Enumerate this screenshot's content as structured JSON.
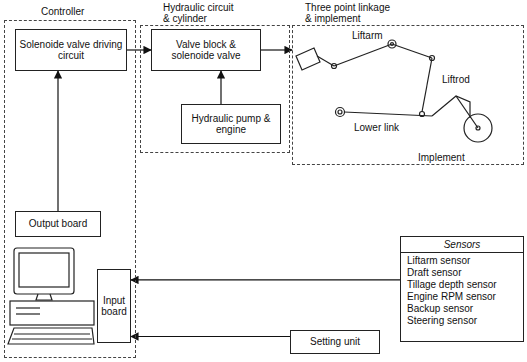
{
  "diagram": {
    "nodes": [
      {
        "text": [
          "Controller"
        ]
      },
      {
        "text": [
          "Solenoide valve driving circuit"
        ],
        "in": 0
      },
      {
        "text": [
          "Output board"
        ],
        "in": 0
      },
      {
        "text": [
          "Input board"
        ],
        "in": 0
      },
      {
        "text": [
          "Hydraulic circuit & cylinder"
        ]
      },
      {
        "text": [
          "Valve block & solenoide valve"
        ],
        "in": 4
      },
      {
        "text": [
          "Hydraulic pump & engine"
        ],
        "in": 4
      },
      {
        "text": [
          "Three point linkage & implement"
        ]
      },
      {
        "text": [
          "Sensors",
          "Liftarm sensor",
          "Draft sensor",
          "Tillage depth sensor",
          "Engine RPM sensor",
          "Backup sensor",
          "Steering sensor"
        ]
      },
      {
        "text": [
          "Setting unit"
        ]
      }
    ],
    "edges": [
      {
        "from": 2,
        "to": 1,
        "arrow": "to"
      },
      {
        "from": 1,
        "to": 5,
        "arrow": "to"
      },
      {
        "from": 6,
        "to": 5,
        "arrow": "to"
      },
      {
        "from": 5,
        "to": 7,
        "arrow": "to"
      },
      {
        "from": 8,
        "to": 3,
        "arrow": "to"
      },
      {
        "from": 9,
        "to": 3,
        "arrow": "to"
      }
    ],
    "labels": [
      "Liftarm",
      "Liftrod",
      "Lower link",
      "Implement"
    ]
  }
}
